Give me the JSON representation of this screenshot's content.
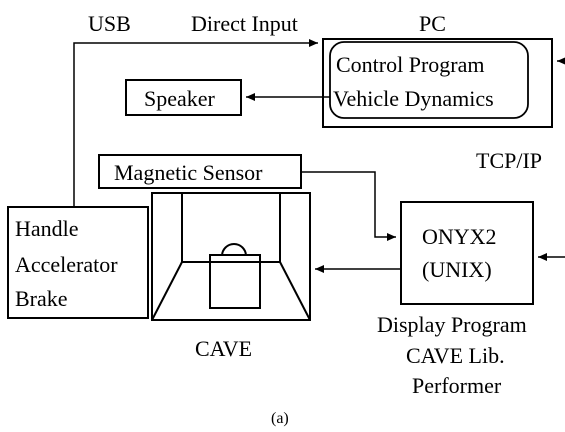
{
  "diagram": {
    "labels": {
      "usb": "USB",
      "direct_input": "Direct Input",
      "pc": "PC",
      "control_program": "Control Program",
      "vehicle_dynamics": "Vehicle Dynamics",
      "speaker": "Speaker",
      "magnetic_sensor": "Magnetic Sensor",
      "tcp_ip": "TCP/IP",
      "handle": "Handle",
      "accelerator": "Accelerator",
      "brake": "Brake",
      "onyx2": "ONYX2",
      "unix": "(UNIX)",
      "display_program": "Display Program",
      "cave_lib": "CAVE Lib.",
      "performer": "Performer",
      "cave": "CAVE",
      "caption": "(a)"
    }
  }
}
